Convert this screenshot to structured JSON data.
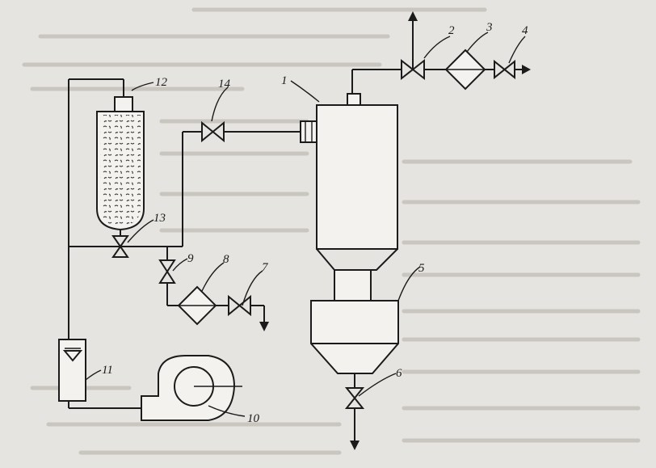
{
  "labels": {
    "column": "1",
    "valve_top": "2",
    "filter_top": "3",
    "valve_outlet": "4",
    "receiver": "5",
    "valve_drain": "6",
    "valve_bottom": "7",
    "filter_bottom": "8",
    "valve_bypass": "9",
    "blower": "10",
    "rotameter": "11",
    "adsorber": "12",
    "valve_adsorber": "13",
    "valve_feed": "14"
  },
  "colors": {
    "line": "#1b1b1b",
    "paper": "#e6e4e0",
    "bleed_text": "#c9c6c0"
  }
}
